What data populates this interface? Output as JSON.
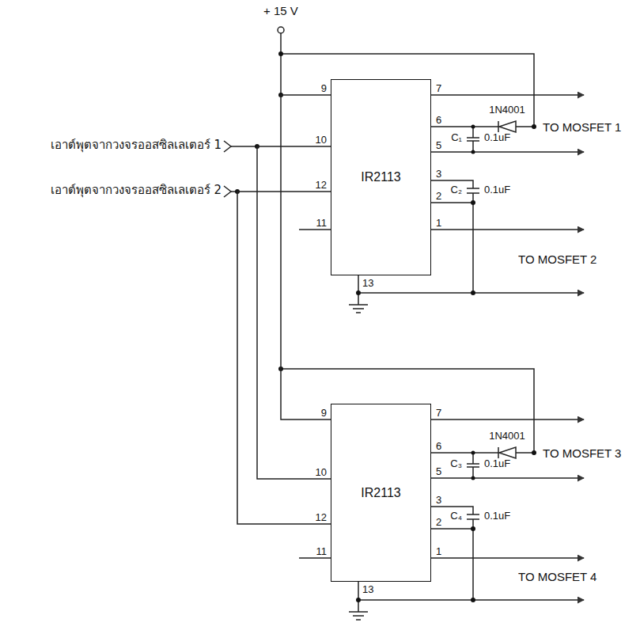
{
  "diagram": {
    "nodes": [
      {
        "text": [
          "IR2113"
        ]
      },
      {
        "text": [
          "IR2113"
        ]
      }
    ],
    "edges": [
      {
        "from": 0,
        "to": 1,
        "arrow": "none"
      },
      {
        "from": 0,
        "to": 1,
        "arrow": "none"
      },
      {
        "from": 0,
        "to": 1,
        "arrow": "none"
      }
    ],
    "labels": [
      "+ 15 V",
      "เอาต์พุตจากวงจรออสซิลเลเตอร์ 1",
      "เอาต์พุตจากวงจรออสซิลเลเตอร์ 2",
      "9",
      "10",
      "12",
      "11",
      "13",
      "7",
      "6",
      "5",
      "3",
      "2",
      "1",
      "1N4001",
      "C₁",
      "0.1uF",
      "C₂",
      "0.1uF",
      "TO MOSFET 1",
      "TO MOSFET 2",
      "9",
      "10",
      "12",
      "11",
      "13",
      "7",
      "6",
      "5",
      "3",
      "2",
      "1",
      "1N4001",
      "C₃",
      "0.1uF",
      "C₄",
      "0.1uF",
      "TO MOSFET 3",
      "TO MOSFET 4"
    ]
  }
}
